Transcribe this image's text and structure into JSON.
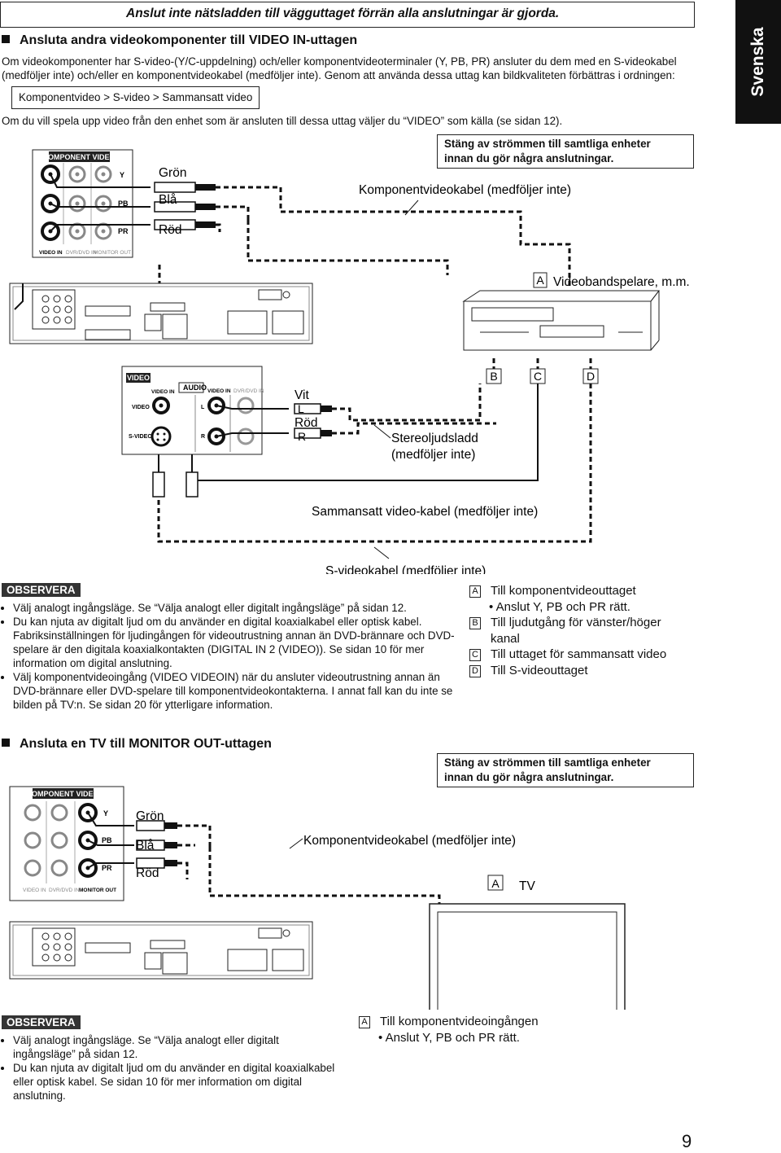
{
  "warning_top": "Anslut inte nätsladden till vägguttaget förrän alla anslutningar är gjorda.",
  "tab_label": "Svenska",
  "section1": {
    "heading": "Ansluta andra videokomponenter till VIDEO IN-uttagen",
    "intro_line1": "Om videokomponenter har S-video-(Y/C-uppdelning) och/eller komponentvideoterminaler (Y, PB, PR) ansluter du dem med en S-videokabel",
    "intro_line2": "(medföljer inte) och/eller en komponentvideokabel (medföljer inte). Genom att använda dessa uttag kan bildkvaliteten förbättras i ordningen:",
    "order_box": "Komponentvideo > S-video > Sammansatt video",
    "after_box": "Om du vill spela upp video från den enhet som är ansluten till dessa uttag väljer du “VIDEO” som källa (se sidan 12).",
    "power_notice_line1": "Stäng av strömmen till samtliga enheter",
    "power_notice_line2": "innan du gör några anslutningar."
  },
  "diagram1": {
    "panel_title": "COMPONENT VIDEO",
    "jack_y": "Y",
    "jack_pb": "PB",
    "jack_pr": "PR",
    "bottom_labels": [
      "VIDEO IN",
      "DVR/DVD IN",
      "MONITOR OUT"
    ],
    "color_green": "Grön",
    "color_blue": "Blå",
    "color_red": "Röd",
    "cable_label": "Komponentvideokabel (medföljer inte)",
    "marker_a": "A",
    "device_label": "Videobandspelare, m.m."
  },
  "diagram2": {
    "video_title": "VIDEO",
    "video_in": "VIDEO IN",
    "audio_title": "AUDIO",
    "audio_video_in": "VIDEO IN",
    "audio_dvr_in": "DVR/DVD IN",
    "video_label": "VIDEO",
    "svideo_label": "S-VIDEO",
    "l_label": "L",
    "r_label": "R",
    "white": "Vit",
    "red": "Röd",
    "plug_l": "L",
    "plug_r": "R",
    "marker_b": "B",
    "marker_c": "C",
    "marker_d": "D",
    "stereo_line1": "Stereoljudsladd",
    "stereo_line2": "(medföljer inte)",
    "composite_label": "Sammansatt video-kabel (medföljer inte)",
    "svideo_cable_label": "S-videokabel (medföljer inte)"
  },
  "notes1": {
    "title": "OBSERVERA",
    "bullets": [
      "Välj analogt ingångsläge. Se “Välja analogt eller digitalt ingångsläge” på sidan 12.",
      "Du kan njuta av digitalt ljud om du använder en digital koaxialkabel eller optisk kabel. Fabriksinställningen för ljudingången för videoutrustning annan än DVD-brännare och DVD-spelare är den digitala koaxialkontakten (DIGITAL IN 2 (VIDEO)). Se sidan 10 för mer information om digital anslutning.",
      "Välj komponentvideoingång (VIDEO VIDEOIN) när du ansluter videoutrustning annan än DVD-brännare eller DVD-spelare till komponentvideokontakterna. I annat fall kan du inte se bilden på TV:n. Se sidan 20 för ytterligare information."
    ]
  },
  "legend1": {
    "a": "Till komponentvideouttaget",
    "a_sub": "Anslut Y, PB och PR rätt.",
    "b_line1": "Till ljudutgång för vänster/höger",
    "b_line2": "kanal",
    "c": "Till uttaget för sammansatt video",
    "d": "Till S-videouttaget"
  },
  "section2": {
    "heading": "Ansluta en TV till MONITOR OUT-uttagen",
    "power_notice_line1": "Stäng av strömmen till samtliga enheter",
    "power_notice_line2": "innan du gör några anslutningar."
  },
  "diagram3": {
    "panel_title": "COMPONENT VIDEO",
    "jack_y": "Y",
    "jack_pb": "PB",
    "jack_pr": "PR",
    "bottom_labels": [
      "VIDEO IN",
      "DVR/DVD IN",
      "MONITOR OUT"
    ],
    "color_green": "Grön",
    "color_blue": "Blå",
    "color_red": "Röd",
    "cable_label": "Komponentvideokabel (medföljer inte)",
    "marker_a": "A",
    "device_label": "TV"
  },
  "notes2": {
    "title": "OBSERVERA",
    "bullets": [
      "Välj analogt ingångsläge. Se “Välja analogt eller digitalt ingångsläge” på sidan 12.",
      "Du kan njuta av digitalt ljud om du använder en digital koaxialkabel eller optisk kabel. Se sidan 10 för mer information om digital anslutning."
    ]
  },
  "legend2": {
    "a": "Till komponentvideoingången",
    "a_sub": "Anslut Y, PB och PR rätt."
  },
  "page_number": "9"
}
